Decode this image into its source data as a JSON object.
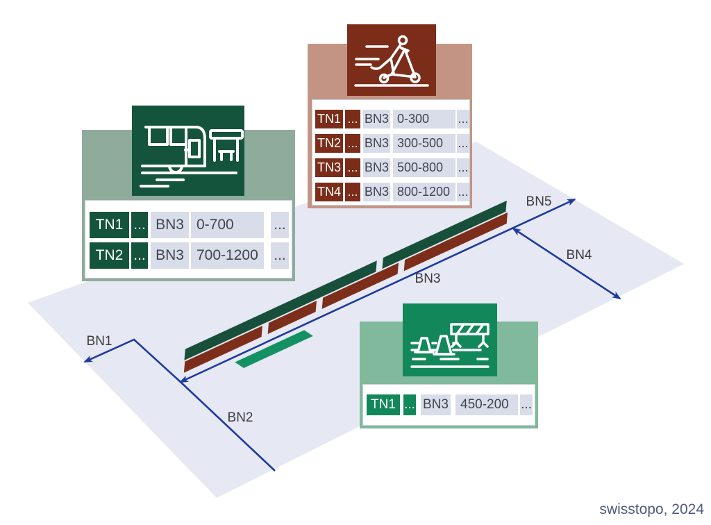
{
  "attribution": "swisstopo, 2024",
  "network": {
    "bn1": "BN1",
    "bn2": "BN2",
    "bn3": "BN3",
    "bn4": "BN4",
    "bn5": "BN5"
  },
  "cards": {
    "tram": {
      "icon": "tram-and-station",
      "rows": [
        {
          "tn": "TN1",
          "dots": "...",
          "bn": "BN3",
          "range": "0-700",
          "more": "..."
        },
        {
          "tn": "TN2",
          "dots": "...",
          "bn": "BN3",
          "range": "700-1200",
          "more": "..."
        }
      ]
    },
    "scooter": {
      "icon": "kick-scooter",
      "rows": [
        {
          "tn": "TN1",
          "dots": "...",
          "bn": "BN3",
          "range": "0-300",
          "more": "..."
        },
        {
          "tn": "TN2",
          "dots": "...",
          "bn": "BN3",
          "range": "300-500",
          "more": "..."
        },
        {
          "tn": "TN3",
          "dots": "...",
          "bn": "BN3",
          "range": "500-800",
          "more": "..."
        },
        {
          "tn": "TN4",
          "dots": "...",
          "bn": "BN3",
          "range": "800-1200",
          "more": "..."
        }
      ]
    },
    "construction": {
      "icon": "roadworks-cones-barrier",
      "rows": [
        {
          "tn": "TN1",
          "dots": "...",
          "bn": "BN3",
          "range": "450-200",
          "more": "..."
        }
      ]
    }
  },
  "bands_on_bn3": {
    "tram_segments": [
      "0-700",
      "700-1200"
    ],
    "scooter_segments": [
      "0-300",
      "300-500",
      "500-800",
      "800-1200"
    ],
    "construction_segments": [
      "450-200"
    ]
  },
  "colors": {
    "plane": "#e6e8f3",
    "axis_blue": "#1d3a9e",
    "tram_dark_green": "#14543c",
    "tram_panel_sage": "#8fab9c",
    "scooter_dark_brown": "#7b2d1a",
    "scooter_panel_rosy": "#c39484",
    "construction_green": "#12875a",
    "construction_panel": "#80b99b",
    "chip_light": "#d9dde9",
    "band_green": "#174f3a",
    "band_brown": "#7c2e1a",
    "band_bright_green": "#149162",
    "label_text": "#3c3c40",
    "attribution_text": "#4d5c7e"
  }
}
